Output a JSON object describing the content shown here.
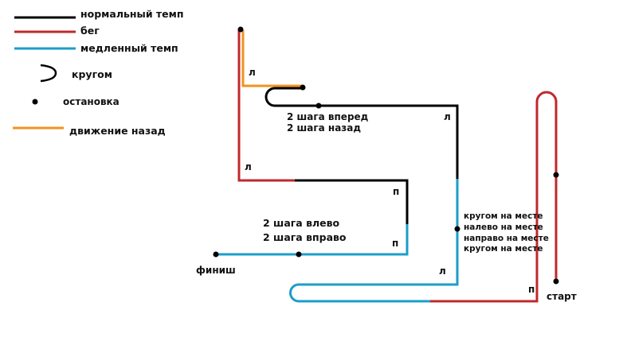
{
  "legend": {
    "normal": {
      "label": "нормальный темп",
      "color": "#000000"
    },
    "run": {
      "label": "бег",
      "color": "#c0282c"
    },
    "slow": {
      "label": "медленный темп",
      "color": "#1a9ec9"
    },
    "turn": {
      "label": "кругом",
      "color": "#000000"
    },
    "stop": {
      "label": "остановка",
      "color": "#000000"
    },
    "back": {
      "label": "движение назад",
      "color": "#f0931e"
    }
  },
  "route": {
    "start": "старт",
    "finish": "финиш",
    "turn_l": "л",
    "turn_p": "п",
    "steps_fwd_back": [
      "2 шага вперед",
      "2 шага назад"
    ],
    "steps_left_right": [
      "2 шага влево",
      "2 шага вправо"
    ],
    "spot_actions": [
      "кругом на месте",
      "налево на месте",
      "направо на месте",
      "кругом на месте"
    ]
  }
}
